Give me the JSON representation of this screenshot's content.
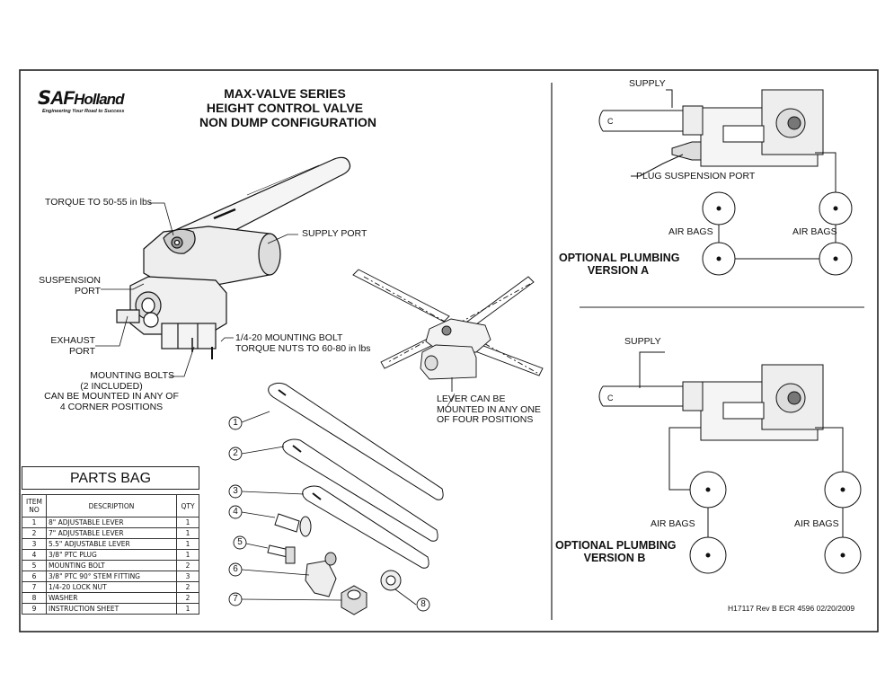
{
  "logo": {
    "brand": "SAF Holland",
    "tagline": "Engineering Your Road to Success"
  },
  "title": {
    "line1": "MAX-VALVE SERIES",
    "line2": "HEIGHT CONTROL VALVE",
    "line3": "NON DUMP CONFIGURATION"
  },
  "callouts": {
    "torque": "TORQUE TO 50-55 in lbs",
    "supply_port": "SUPPLY PORT",
    "suspension_port_1": "SUSPENSION",
    "suspension_port_2": "PORT",
    "exhaust_port_1": "EXHAUST",
    "exhaust_port_2": "PORT",
    "mounting_bolt_1": "1/4-20 MOUNTING BOLT",
    "mounting_bolt_2": "TORQUE NUTS TO 60-80 in lbs",
    "mounting_bolts_1": "MOUNTING BOLTS",
    "mounting_bolts_2": "(2 INCLUDED)",
    "mounting_bolts_3": "CAN BE MOUNTED IN ANY OF",
    "mounting_bolts_4": "4 CORNER POSITIONS",
    "lever_1": "LEVER CAN BE",
    "lever_2": "MOUNTED IN ANY ONE",
    "lever_3": "OF FOUR POSITIONS"
  },
  "plumbing_a": {
    "supply": "SUPPLY",
    "plug": "PLUG SUSPENSION PORT",
    "air_bags_left": "AIR BAGS",
    "air_bags_right": "AIR BAGS",
    "label_1": "OPTIONAL PLUMBING",
    "label_2": "VERSION A"
  },
  "plumbing_b": {
    "supply": "SUPPLY",
    "air_bags_left": "AIR BAGS",
    "air_bags_right": "AIR BAGS",
    "label_1": "OPTIONAL PLUMBING",
    "label_2": "VERSION B"
  },
  "parts_bag": {
    "title": "PARTS BAG",
    "headers": {
      "item": "ITEM NO",
      "description": "DESCRIPTION",
      "qty": "QTY"
    },
    "rows": [
      {
        "item": "1",
        "description": "8\" ADJUSTABLE LEVER",
        "qty": "1"
      },
      {
        "item": "2",
        "description": "7\" ADJUSTABLE LEVER",
        "qty": "1"
      },
      {
        "item": "3",
        "description": "5.5\" ADJUSTABLE LEVER",
        "qty": "1"
      },
      {
        "item": "4",
        "description": "3/8\" PTC PLUG",
        "qty": "1"
      },
      {
        "item": "5",
        "description": "MOUNTING BOLT",
        "qty": "2"
      },
      {
        "item": "6",
        "description": "3/8\" PTC 90° STEM FITTING",
        "qty": "3"
      },
      {
        "item": "7",
        "description": "1/4-20 LOCK NUT",
        "qty": "2"
      },
      {
        "item": "8",
        "description": "WASHER",
        "qty": "2"
      },
      {
        "item": "9",
        "description": "INSTRUCTION SHEET",
        "qty": "1"
      }
    ]
  },
  "part_numbers": [
    "1",
    "2",
    "3",
    "4",
    "5",
    "6",
    "7",
    "8"
  ],
  "revision": "H17117  Rev B   ECR 4596   02/20/2009"
}
